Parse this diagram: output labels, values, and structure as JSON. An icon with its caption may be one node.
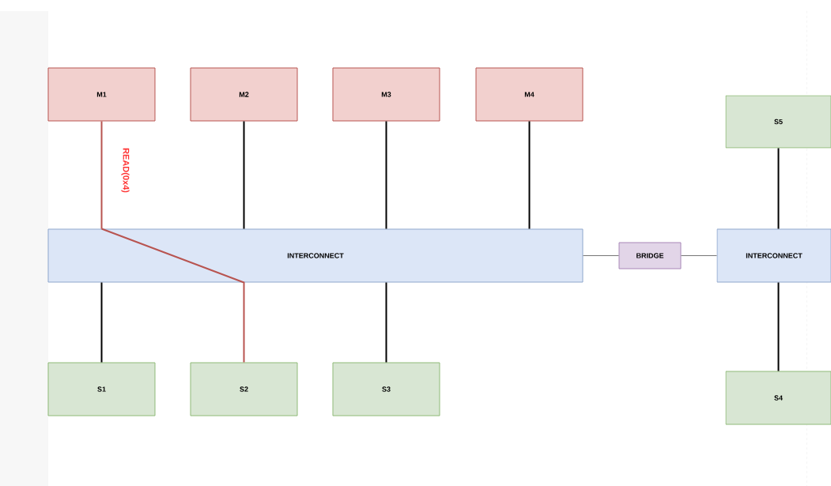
{
  "diagram": {
    "nodes": [
      {
        "text": [
          "M1"
        ]
      },
      {
        "text": [
          "M2"
        ]
      },
      {
        "text": [
          "M3"
        ]
      },
      {
        "text": [
          "M4"
        ]
      },
      {
        "text": [
          "S5"
        ]
      },
      {
        "text": [
          "INTERCONNECT"
        ]
      },
      {
        "text": [
          "BRIDGE"
        ]
      },
      {
        "text": [
          "INTERCONNECT"
        ]
      },
      {
        "text": [
          "S1"
        ]
      },
      {
        "text": [
          "S2"
        ]
      },
      {
        "text": [
          "S3"
        ]
      },
      {
        "text": [
          "S4"
        ]
      }
    ],
    "edges": [
      {
        "from": 0,
        "to": 5,
        "arrow": "none",
        "label": "READ(0x4)",
        "color": "#b85450"
      },
      {
        "from": 5,
        "to": 9,
        "arrow": "none",
        "color": "#b85450"
      },
      {
        "from": 1,
        "to": 5,
        "arrow": "none"
      },
      {
        "from": 2,
        "to": 5,
        "arrow": "none"
      },
      {
        "from": 3,
        "to": 5,
        "arrow": "none"
      },
      {
        "from": 8,
        "to": 5,
        "arrow": "none"
      },
      {
        "from": 10,
        "to": 5,
        "arrow": "none"
      },
      {
        "from": 5,
        "to": 6,
        "arrow": "none",
        "color": "#666666"
      },
      {
        "from": 6,
        "to": 7,
        "arrow": "none",
        "color": "#666666"
      },
      {
        "from": 4,
        "to": 7,
        "arrow": "none"
      },
      {
        "from": 7,
        "to": 11,
        "arrow": "none"
      }
    ]
  }
}
